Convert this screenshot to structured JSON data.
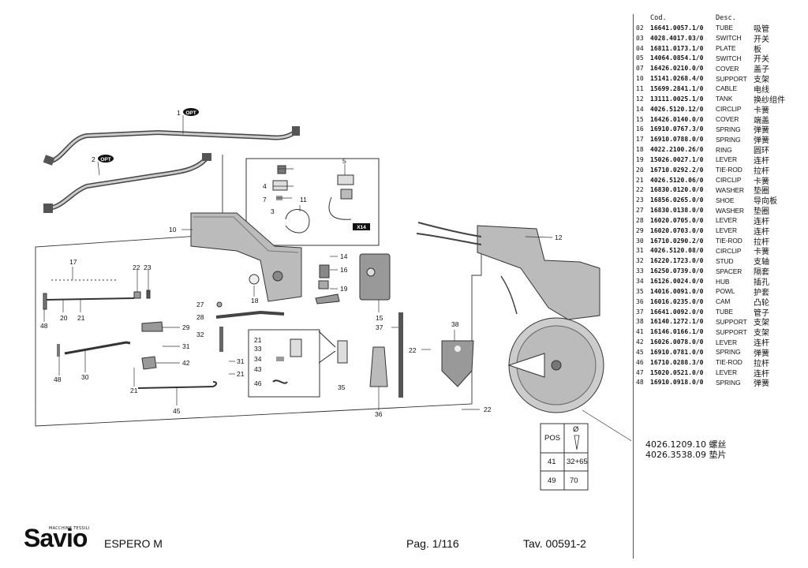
{
  "parts_header": {
    "col_code": "Cod.",
    "col_desc": "Desc."
  },
  "parts": [
    {
      "pos": "02",
      "code": "16641.0057.1/0",
      "desc": "TUBE",
      "cn": "吸管"
    },
    {
      "pos": "03",
      "code": "4028.4017.03/0",
      "desc": "SWITCH",
      "cn": "开关"
    },
    {
      "pos": "04",
      "code": "16811.0173.1/0",
      "desc": "PLATE",
      "cn": "板"
    },
    {
      "pos": "05",
      "code": "14064.0854.1/0",
      "desc": "SWITCH",
      "cn": "开关"
    },
    {
      "pos": "07",
      "code": "16426.0210.0/0",
      "desc": "COVER",
      "cn": "盖子"
    },
    {
      "pos": "10",
      "code": "15141.0268.4/0",
      "desc": "SUPPORT",
      "cn": "支架"
    },
    {
      "pos": "11",
      "code": "15699.2841.1/0",
      "desc": "CABLE",
      "cn": "电线"
    },
    {
      "pos": "12",
      "code": "13111.0025.1/0",
      "desc": "TANK",
      "cn": "换纱组件"
    },
    {
      "pos": "14",
      "code": "4026.5120.12/0",
      "desc": "CIRCLIP",
      "cn": "卡簧"
    },
    {
      "pos": "15",
      "code": "16426.0140.0/0",
      "desc": "COVER",
      "cn": "端盖"
    },
    {
      "pos": "16",
      "code": "16910.0767.3/0",
      "desc": "SPRING",
      "cn": "弹簧"
    },
    {
      "pos": "17",
      "code": "16910.0788.0/0",
      "desc": "SPRING",
      "cn": "弹簧"
    },
    {
      "pos": "18",
      "code": "4022.2100.26/0",
      "desc": "RING",
      "cn": "圆环"
    },
    {
      "pos": "19",
      "code": "15026.0027.1/0",
      "desc": "LEVER",
      "cn": "连杆"
    },
    {
      "pos": "20",
      "code": "16710.0292.2/0",
      "desc": "TIE-ROD",
      "cn": "拉杆"
    },
    {
      "pos": "21",
      "code": "4026.5120.06/0",
      "desc": "CIRCLIP",
      "cn": "卡簧"
    },
    {
      "pos": "22",
      "code": "16830.0120.0/0",
      "desc": "WASHER",
      "cn": "垫圈"
    },
    {
      "pos": "23",
      "code": "16856.0265.0/0",
      "desc": "SHOE",
      "cn": "导向板"
    },
    {
      "pos": "27",
      "code": "16830.0138.0/0",
      "desc": "WASHER",
      "cn": "垫圈"
    },
    {
      "pos": "28",
      "code": "16020.0705.0/0",
      "desc": "LEVER",
      "cn": "连杆"
    },
    {
      "pos": "29",
      "code": "16020.0703.0/0",
      "desc": "LEVER",
      "cn": "连杆"
    },
    {
      "pos": "30",
      "code": "16710.0290.2/0",
      "desc": "TIE-ROD",
      "cn": "拉杆"
    },
    {
      "pos": "31",
      "code": "4026.5120.08/0",
      "desc": "CIRCLIP",
      "cn": "卡簧"
    },
    {
      "pos": "32",
      "code": "16220.1723.0/0",
      "desc": "STUD",
      "cn": "支轴"
    },
    {
      "pos": "33",
      "code": "16250.0739.0/0",
      "desc": "SPACER",
      "cn": "隔套"
    },
    {
      "pos": "34",
      "code": "16126.0024.0/0",
      "desc": "HUB",
      "cn": "插孔"
    },
    {
      "pos": "35",
      "code": "14016.0091.0/0",
      "desc": "POWL",
      "cn": "护套"
    },
    {
      "pos": "36",
      "code": "16016.0235.0/0",
      "desc": "CAM",
      "cn": "凸轮"
    },
    {
      "pos": "37",
      "code": "16641.0092.0/0",
      "desc": "TUBE",
      "cn": "管子"
    },
    {
      "pos": "38",
      "code": "16140.1272.1/0",
      "desc": "SUPPORT",
      "cn": "支架"
    },
    {
      "pos": "41",
      "code": "16146.0166.1/0",
      "desc": "SUPPORT",
      "cn": "支架"
    },
    {
      "pos": "42",
      "code": "16026.0078.0/0",
      "desc": "LEVER",
      "cn": "连杆"
    },
    {
      "pos": "45",
      "code": "16910.0781.0/0",
      "desc": "SPRING",
      "cn": "弹簧"
    },
    {
      "pos": "46",
      "code": "16710.0288.3/0",
      "desc": "TIE-ROD",
      "cn": "拉杆"
    },
    {
      "pos": "47",
      "code": "15020.0521.0/0",
      "desc": "LEVER",
      "cn": "连杆"
    },
    {
      "pos": "48",
      "code": "16910.0918.0/0",
      "desc": "SPRING",
      "cn": "弹簧"
    }
  ],
  "screws": [
    "4026.1209.10 螺丝",
    "4026.3538.09 垫片"
  ],
  "pos_table": {
    "header_pos": "POS",
    "header_dia": "Ø",
    "rows": [
      {
        "pos": "41",
        "val": "32+65"
      },
      {
        "pos": "49",
        "val": "70"
      }
    ]
  },
  "diagram": {
    "opt_badge": "OPT",
    "x14_badge": "X14",
    "labels": [
      "1",
      "2",
      "3",
      "4",
      "5",
      "7",
      "10",
      "11",
      "12",
      "14",
      "15",
      "16",
      "17",
      "18",
      "19",
      "20",
      "21",
      "22",
      "23",
      "27",
      "28",
      "29",
      "30",
      "31",
      "32",
      "33",
      "34",
      "35",
      "36",
      "37",
      "38",
      "42",
      "43",
      "45",
      "46",
      "48"
    ]
  },
  "footer": {
    "brand_small": "MACCHINE TESSILI",
    "brand": "Savio",
    "model": "ESPERO M",
    "page": "Pag. 1/116",
    "tav": "Tav. 00591-2"
  }
}
